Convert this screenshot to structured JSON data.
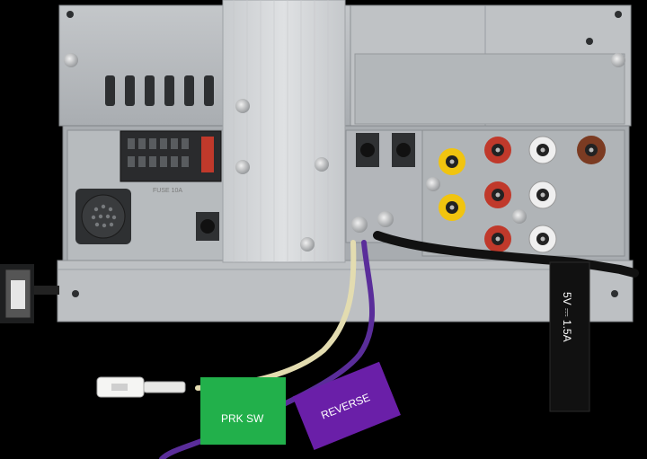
{
  "photo": {
    "kind": "car stereo head unit rear panel"
  },
  "labels": {
    "prk_sw": "PRK SW",
    "reverse": "REVERSE",
    "usb_rating": "5V ⎓ 1.5A",
    "fuse": "FUSE 10A"
  },
  "colors": {
    "background": "#000000",
    "chassis": "#b9bcc0",
    "chassis_dark": "#8f9397",
    "heatsink": "#d5d7d9",
    "green_tag": "#22b04b",
    "purple_tag": "#6a1fa8",
    "purple_wire": "#5a2d9a",
    "beige_wire": "#e3dcb0",
    "rca_yellow": "#f1c40f",
    "rca_red": "#c0392b",
    "rca_white": "#f2f2f2",
    "rca_brown": "#7b3b22",
    "usb_tag": "#111111"
  }
}
